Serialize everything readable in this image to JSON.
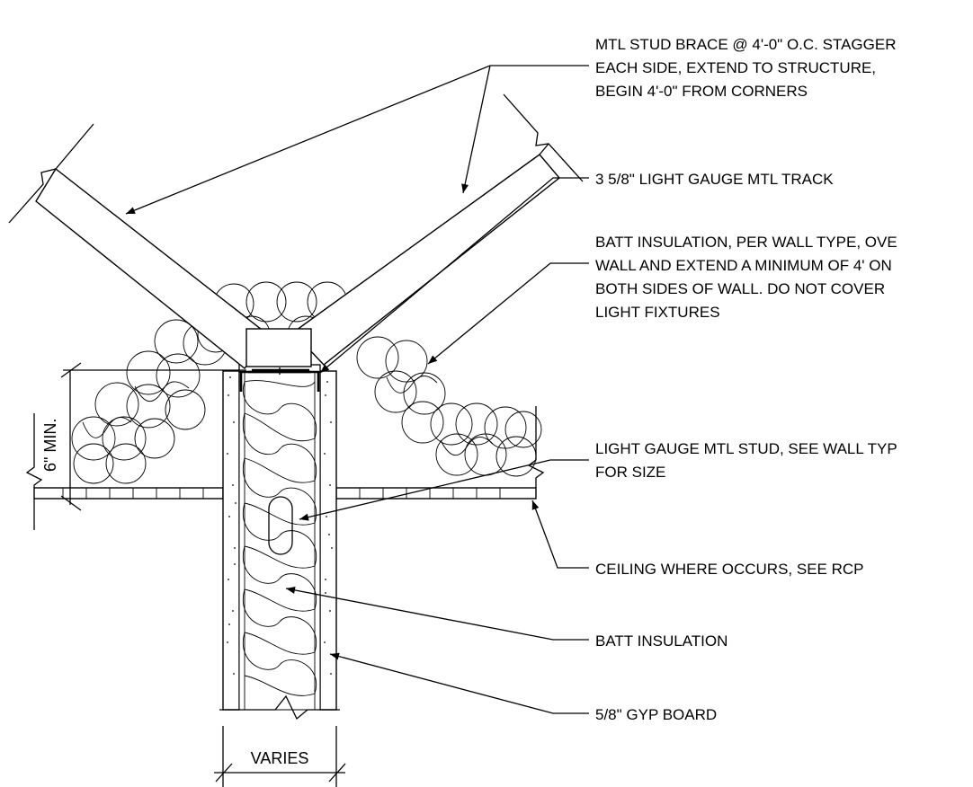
{
  "notes": {
    "brace": [
      "MTL STUD BRACE @ 4'-0\" O.C. STAGGER",
      "EACH SIDE, EXTEND TO STRUCTURE,",
      "BEGIN 4'-0\" FROM CORNERS"
    ],
    "track": [
      "3 5/8\" LIGHT GAUGE MTL TRACK"
    ],
    "batt_over": [
      "BATT INSULATION, PER WALL TYPE, OVE",
      "WALL AND EXTEND A MINIMUM OF 4' ON",
      "BOTH SIDES OF WALL. DO NOT COVER",
      "LIGHT FIXTURES"
    ],
    "stud": [
      "LIGHT GAUGE MTL STUD, SEE WALL TYP",
      "FOR SIZE"
    ],
    "ceiling": [
      "CEILING WHERE OCCURS, SEE RCP"
    ],
    "batt": [
      "BATT INSULATION"
    ],
    "gyp": [
      "5/8\" GYP BOARD"
    ]
  },
  "dimensions": {
    "min_height": "6\" MIN.",
    "width": "VARIES"
  }
}
